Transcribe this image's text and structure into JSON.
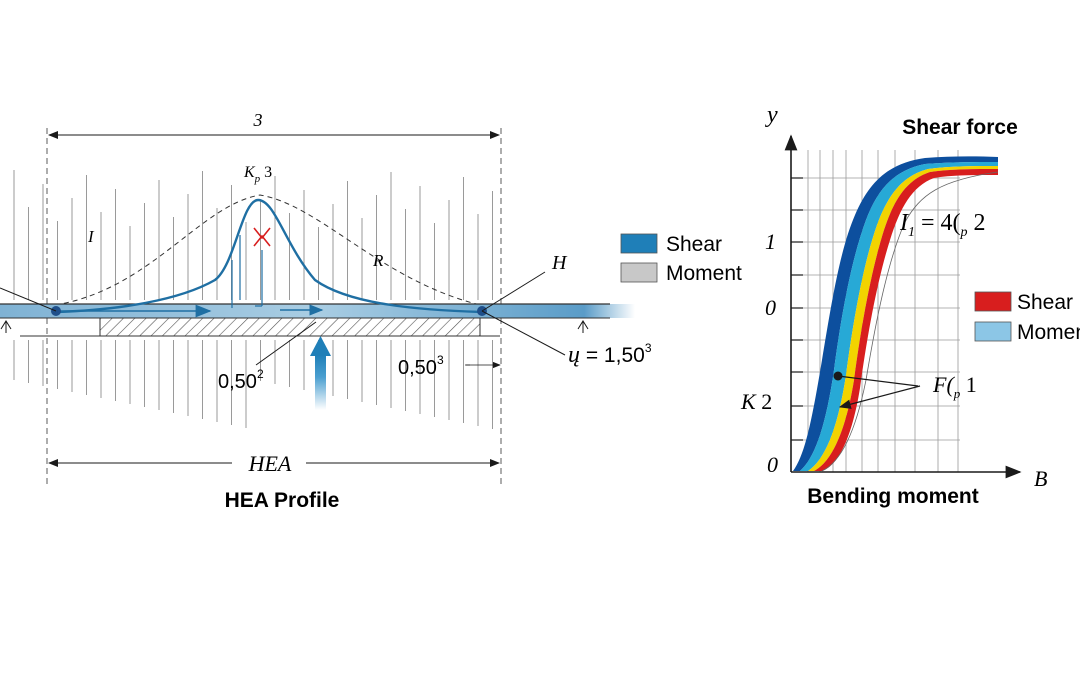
{
  "beam": {
    "top_dim": "3",
    "peak_label": "K",
    "peak_sub": "p",
    "peak_sup": "3",
    "region_left": "I",
    "region_right": "R",
    "support_right": "H",
    "dim_center": "0,50",
    "dim_center_sup": "2",
    "dim_right": "0,50",
    "dim_right_sup": "3",
    "dim_y_var": "ų",
    "dim_y_rest": " = 1,50",
    "dim_y_sup": "3",
    "bottom_dim": "HEA",
    "caption": "HEA Profile"
  },
  "legend_left": {
    "items": [
      {
        "label": "Shear",
        "color": "#1f7fb8"
      },
      {
        "label": "Moment",
        "color": "#c8c8c8"
      }
    ]
  },
  "graph": {
    "title": "Shear force",
    "y_axis": "y",
    "x_axis": "B",
    "x_label": "Bending moment",
    "tick_1": "1",
    "tick_0a": "0",
    "tick_k_var": "K",
    "tick_k_num": " 2",
    "tick_0b": "0",
    "eq_var": "I",
    "eq_sub": "1",
    "eq_rest": " = 4(",
    "eq_sub2": "p",
    "eq_end": " 2",
    "callout_var": "F(",
    "callout_sub": "p",
    "callout_end": " 1"
  },
  "legend_right": {
    "items": [
      {
        "label": "Shear",
        "color": "#d81e1e"
      },
      {
        "label": "Moment",
        "color": "#8cc6e6"
      }
    ]
  },
  "colors": {
    "beam_blue": "#1f6fa3",
    "curve_dark_blue": "#0d4f9e",
    "curve_cyan": "#27a9d6",
    "curve_yellow": "#f2d300",
    "curve_red": "#d81e1e"
  }
}
